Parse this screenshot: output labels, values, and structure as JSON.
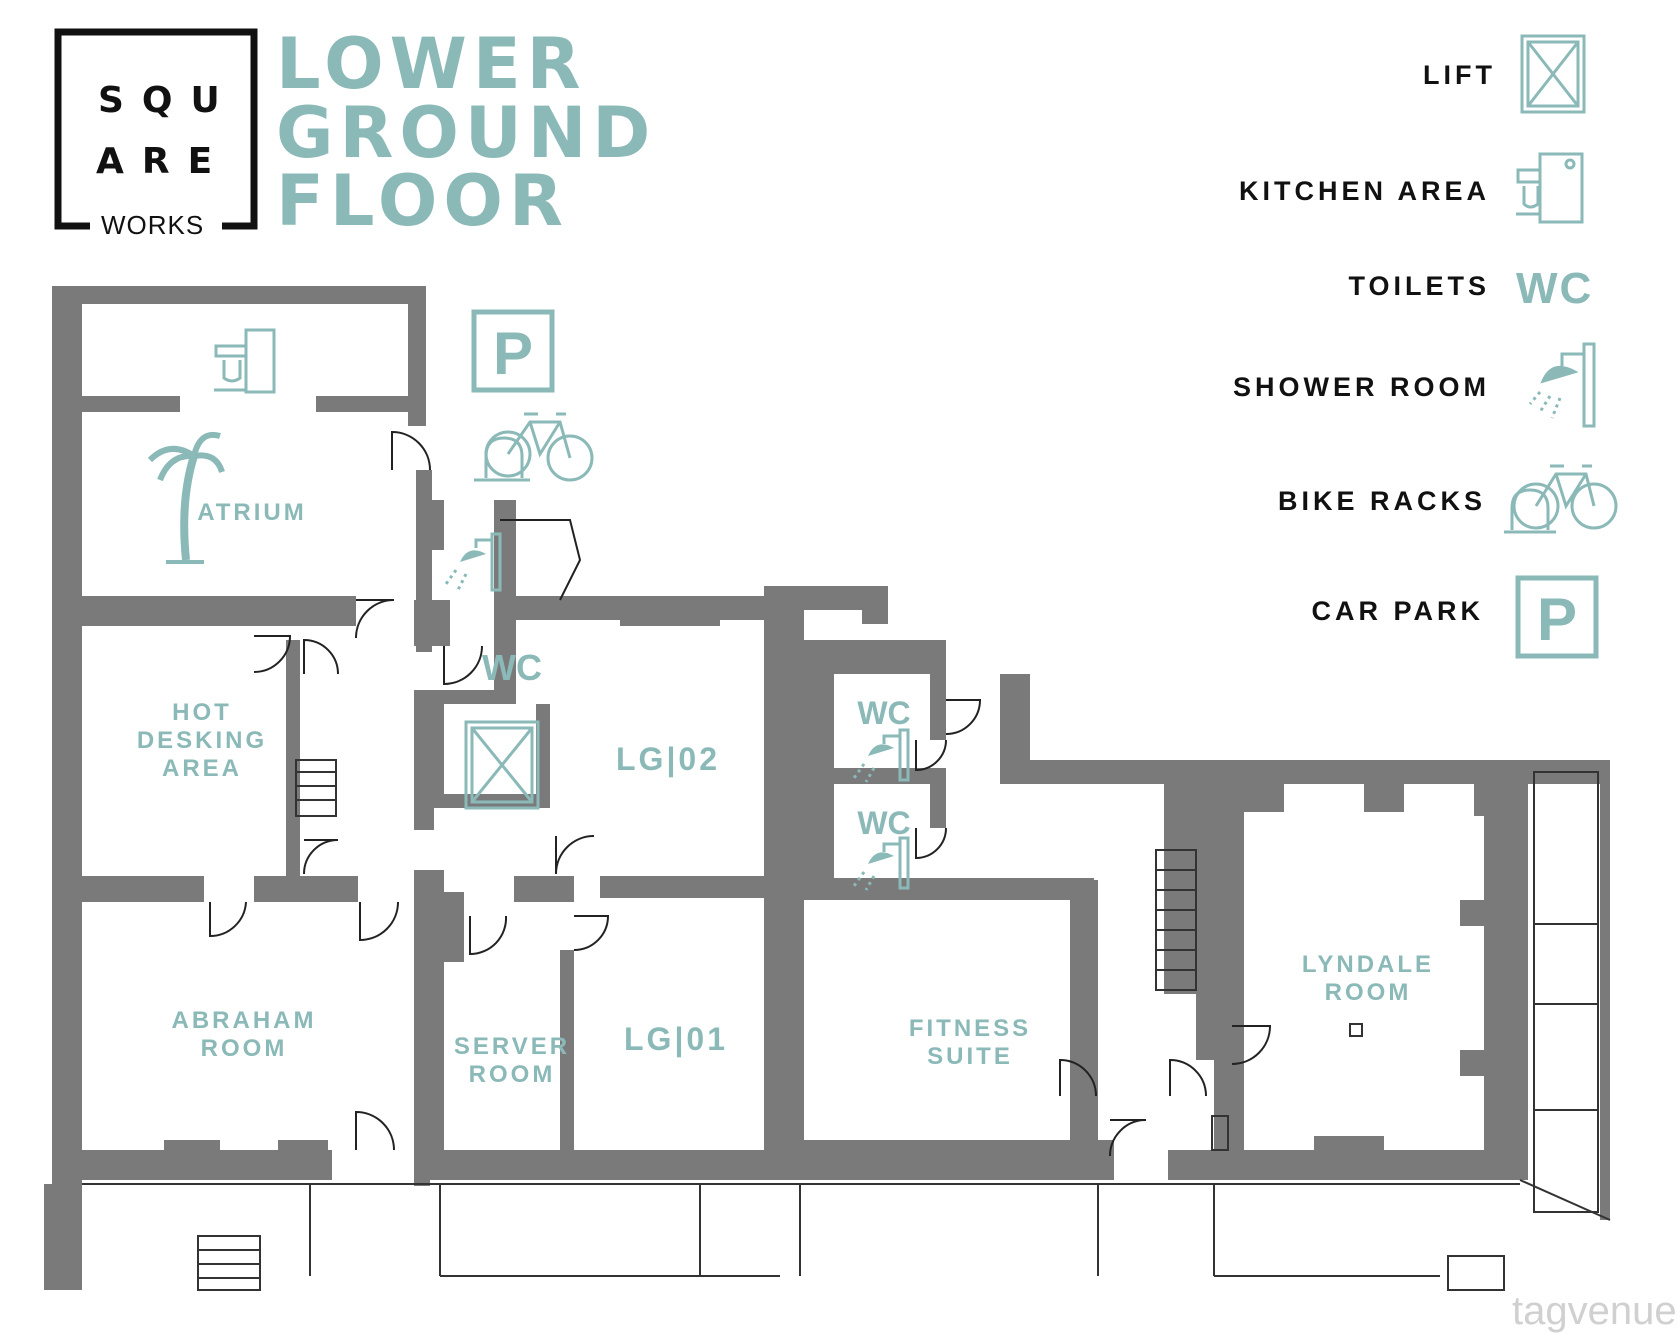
{
  "logo": {
    "line1": "SQU",
    "line2": "ARE",
    "line3": "WORKS"
  },
  "title": {
    "line1": "LOWER",
    "line2": "GROUND",
    "line3": "FLOOR"
  },
  "legend": {
    "lift": "LIFT",
    "kitchen": "KITCHEN AREA",
    "toilets": "TOILETS",
    "toilets_icon": "WC",
    "shower": "SHOWER ROOM",
    "bikes": "BIKE RACKS",
    "carpark": "CAR PARK",
    "carpark_icon": "P"
  },
  "rooms": {
    "atrium": "ATRIUM",
    "hot_desking_1": "HOT",
    "hot_desking_2": "DESKING",
    "hot_desking_3": "AREA",
    "lg02": "LG|02",
    "lg01": "LG|01",
    "abraham_1": "ABRAHAM",
    "abraham_2": "ROOM",
    "server_1": "SERVER",
    "server_2": "ROOM",
    "fitness_1": "FITNESS",
    "fitness_2": "SUITE",
    "lyndale_1": "LYNDALE",
    "lyndale_2": "ROOM",
    "wc_main": "WC",
    "wc_right_1": "WC",
    "wc_right_2": "WC",
    "parking_icon": "P"
  },
  "watermark": "tagvenue",
  "colors": {
    "accent": "#8ab9b8",
    "wall": "#7a7a7a",
    "text": "#111111"
  }
}
